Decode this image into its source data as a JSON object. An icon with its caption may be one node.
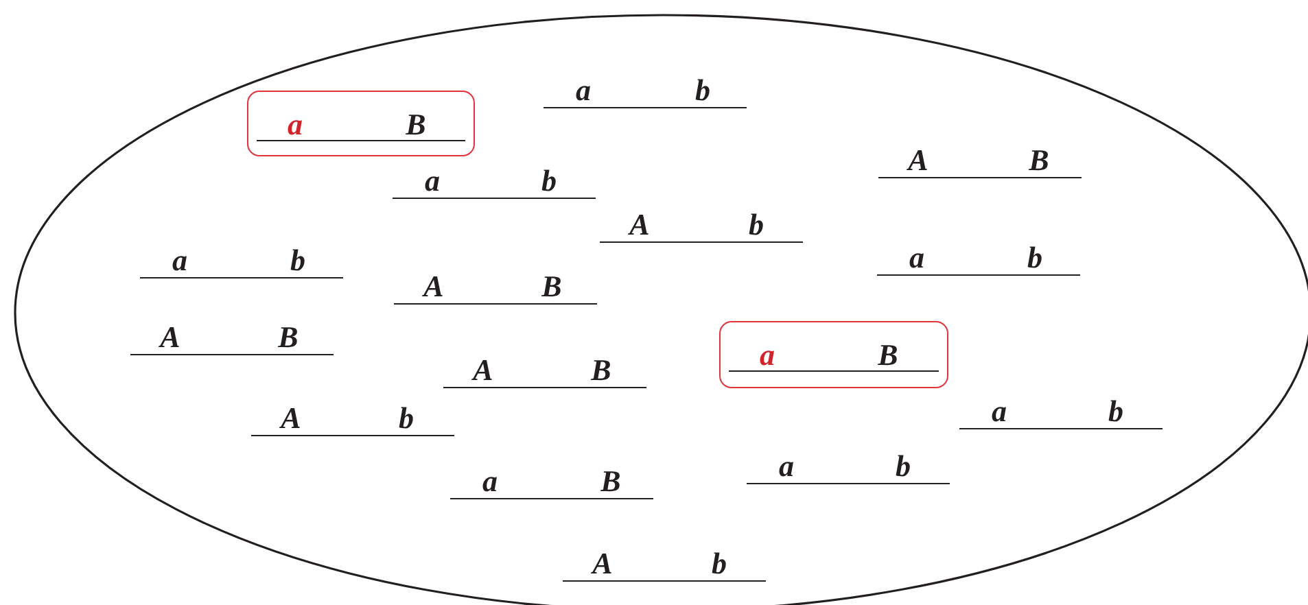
{
  "diagram": {
    "nodes": [
      {
        "text": [],
        "shape": "ellipse"
      },
      {
        "text": [
          "a",
          "B"
        ],
        "in": 0
      },
      {
        "text": [
          "a",
          "B"
        ],
        "in": 0
      }
    ],
    "labels": [
      "a",
      "b",
      "A",
      "B",
      "a",
      "b",
      "A",
      "b",
      "a",
      "b",
      "a",
      "b",
      "A",
      "B",
      "A",
      "B",
      "A",
      "B",
      "A",
      "b",
      "a",
      "b",
      "a",
      "b",
      "a",
      "B",
      "A",
      "b"
    ]
  }
}
